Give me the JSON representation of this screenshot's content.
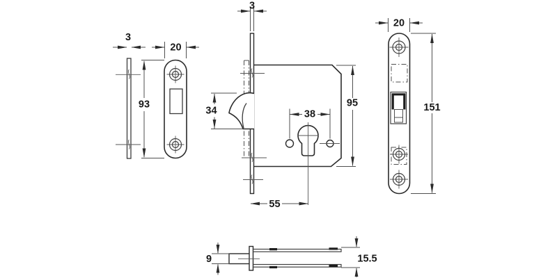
{
  "drawing": {
    "type": "technical-dimension-drawing",
    "subject": "sliding-door hook mortise lock with strike plate, three orthographic views",
    "colors": {
      "background": "#ffffff",
      "outline": "#2b2b2b",
      "thin_line": "#4f4f4f",
      "solid_detail": "#1d1d1d"
    },
    "dimensions": {
      "strike_plate_thickness": "3",
      "strike_plate_width": "20",
      "strike_plate_height": "93",
      "faceplate_thickness": "3",
      "hook_throw": "34",
      "cylinder_fixing_hole_spacing": "38",
      "case_height": "95",
      "backset": "55",
      "faceplate_width": "20",
      "faceplate_height": "151",
      "hook_bolt_thickness": "9",
      "case_thickness": "15.5"
    }
  }
}
